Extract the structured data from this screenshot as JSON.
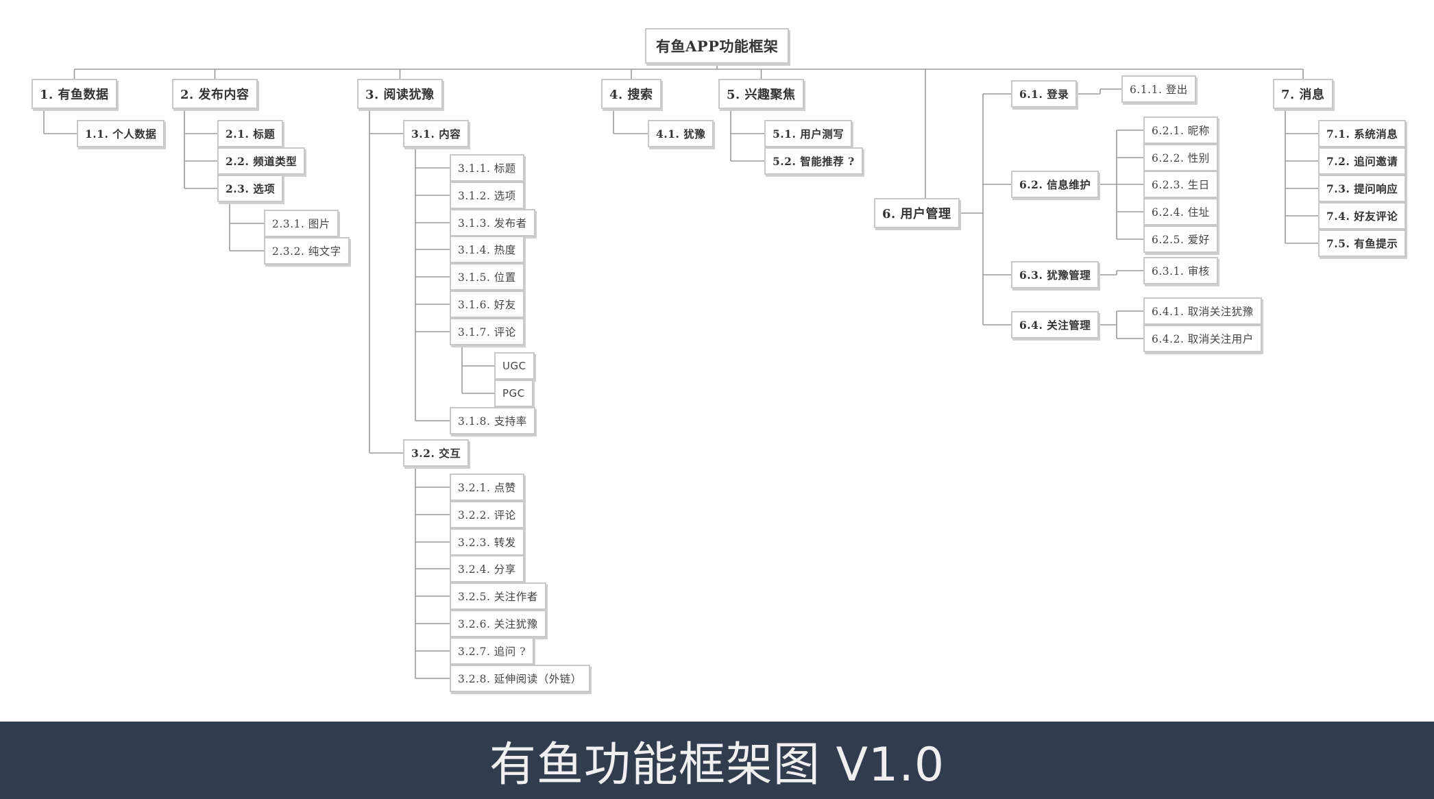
{
  "diagram": {
    "root": "有鱼APP功能框架",
    "modules": [
      {
        "label": "1. 有鱼数据",
        "children": [
          {
            "label": "1.1. 个人数据"
          }
        ]
      },
      {
        "label": "2. 发布内容",
        "children": [
          {
            "label": "2.1. 标题"
          },
          {
            "label": "2.2. 频道类型"
          },
          {
            "label": "2.3. 选项",
            "children": [
              {
                "label": "2.3.1. 图片"
              },
              {
                "label": "2.3.2. 纯文字"
              }
            ]
          }
        ]
      },
      {
        "label": "3. 阅读犹豫",
        "children": [
          {
            "label": "3.1. 内容",
            "children": [
              {
                "label": "3.1.1. 标题"
              },
              {
                "label": "3.1.2. 选项"
              },
              {
                "label": "3.1.3. 发布者"
              },
              {
                "label": "3.1.4. 热度"
              },
              {
                "label": "3.1.5. 位置"
              },
              {
                "label": "3.1.6. 好友"
              },
              {
                "label": "3.1.7. 评论",
                "children": [
                  {
                    "label": "UGC"
                  },
                  {
                    "label": "PGC"
                  }
                ]
              },
              {
                "label": "3.1.8. 支持率"
              }
            ]
          },
          {
            "label": "3.2. 交互",
            "children": [
              {
                "label": "3.2.1. 点赞"
              },
              {
                "label": "3.2.2. 评论"
              },
              {
                "label": "3.2.3. 转发"
              },
              {
                "label": "3.2.4. 分享"
              },
              {
                "label": "3.2.5. 关注作者"
              },
              {
                "label": "3.2.6. 关注犹豫"
              },
              {
                "label": "3.2.7. 追问 ?"
              },
              {
                "label": "3.2.8. 延伸阅读（外链）"
              }
            ]
          }
        ]
      },
      {
        "label": "4. 搜索",
        "children": [
          {
            "label": "4.1. 犹豫"
          }
        ]
      },
      {
        "label": "5. 兴趣聚焦",
        "children": [
          {
            "label": "5.1. 用户测写"
          },
          {
            "label": "5.2. 智能推荐 ?"
          }
        ]
      },
      {
        "label": "6. 用户管理",
        "children": [
          {
            "label": "6.1. 登录",
            "children": [
              {
                "label": "6.1.1. 登出"
              }
            ]
          },
          {
            "label": "6.2. 信息维护",
            "children": [
              {
                "label": "6.2.1. 昵称"
              },
              {
                "label": "6.2.2. 性别"
              },
              {
                "label": "6.2.3. 生日"
              },
              {
                "label": "6.2.4. 住址"
              },
              {
                "label": "6.2.5. 爱好"
              }
            ]
          },
          {
            "label": "6.3. 犹豫管理",
            "children": [
              {
                "label": "6.3.1. 审核"
              }
            ]
          },
          {
            "label": "6.4. 关注管理",
            "children": [
              {
                "label": "6.4.1. 取消关注犹豫"
              },
              {
                "label": "6.4.2. 取消关注用户"
              }
            ]
          }
        ]
      },
      {
        "label": "7. 消息",
        "children": [
          {
            "label": "7.1. 系统消息"
          },
          {
            "label": "7.2. 追问邀请"
          },
          {
            "label": "7.3. 提问响应"
          },
          {
            "label": "7.4. 好友评论"
          },
          {
            "label": "7.5. 有鱼提示"
          }
        ]
      }
    ]
  },
  "footer": {
    "title": "有鱼功能框架图 V1.0"
  },
  "colors": {
    "footer_background": "#313c4f",
    "footer_text": "#f0f0f0",
    "connector": "#9a9a9a",
    "node_border": "#c8c8c8"
  }
}
